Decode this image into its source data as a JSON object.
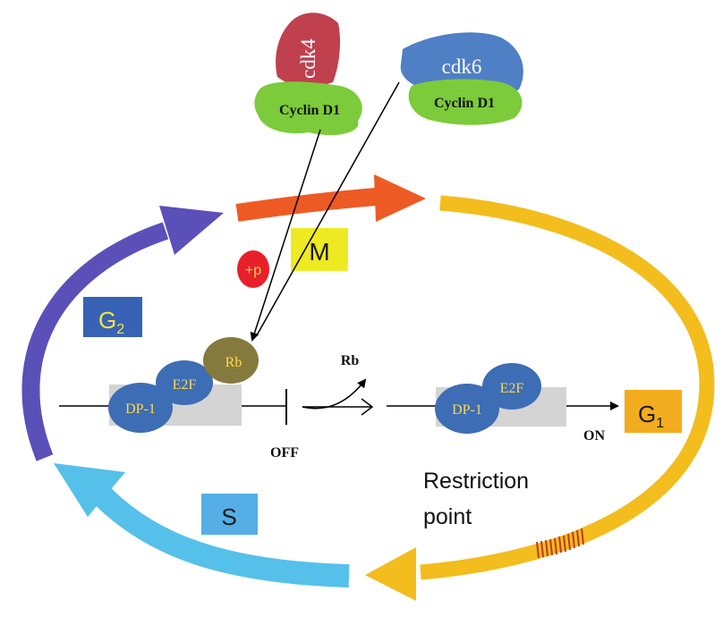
{
  "phases": {
    "m": "M",
    "g1": {
      "main": "G",
      "sub": "1"
    },
    "g2": {
      "main": "G",
      "sub": "2"
    },
    "s": "S"
  },
  "complexes": {
    "cdk4": {
      "kinase": "cdk4",
      "cyclin": "Cyclin D1"
    },
    "cdk6": {
      "kinase": "cdk6",
      "cyclin": "Cyclin D1"
    }
  },
  "phosphorylation": "+p",
  "left_promoter": {
    "dp1": "DP-1",
    "e2f": "E2F",
    "rb": "Rb",
    "state": "OFF"
  },
  "released": "Rb",
  "right_promoter": {
    "dp1": "DP-1",
    "e2f": "E2F",
    "state": "ON"
  },
  "restriction": {
    "line1": "Restriction",
    "line2": "point"
  },
  "colors": {
    "m_arrow": "#ee5a24",
    "g1_arrow": "#f2bd1d",
    "s_arrow": "#55c0ea",
    "g2_arrow": "#5b50b8",
    "cdk4": "#c0404e",
    "cdk6": "#4f7fc4",
    "cyclin": "#7ccb3a",
    "protein": "#3d6db5",
    "protein_text": "#ffd84a",
    "rb": "#857a3e",
    "phospho": "#e8202a",
    "restriction_stripes": "#c0392b"
  }
}
